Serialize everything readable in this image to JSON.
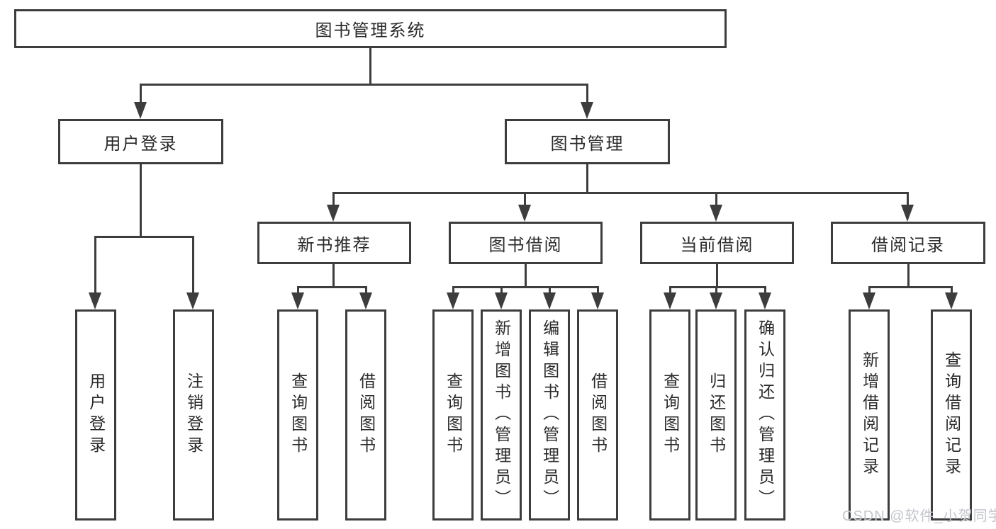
{
  "colors": {
    "line": "#3d3d3d",
    "text": "#2b2b2b",
    "watermark": "#c3c6cd",
    "bg": "#ffffff"
  },
  "diagram": {
    "root": {
      "label": "图书管理系统"
    },
    "level1": {
      "user_login": {
        "label": "用户登录",
        "children": {
          "login": {
            "label": "用户登录"
          },
          "logout": {
            "label": "注销登录"
          }
        }
      },
      "book_management": {
        "label": "图书管理",
        "children": {
          "new_book": {
            "label": "新书推荐",
            "children": {
              "query": {
                "label": "查询图书"
              },
              "borrow": {
                "label": "借阅图书"
              }
            }
          },
          "borrowing": {
            "label": "图书借阅",
            "children": {
              "query": {
                "label": "查询图书"
              },
              "add": {
                "label": "新增图书（管理员）"
              },
              "edit": {
                "label": "编辑图书（管理员）"
              },
              "borrow": {
                "label": "借阅图书"
              }
            }
          },
          "current": {
            "label": "当前借阅",
            "children": {
              "query": {
                "label": "查询图书"
              },
              "return": {
                "label": "归还图书"
              },
              "confirm": {
                "label": "确认归还（管理员）"
              }
            }
          },
          "records": {
            "label": "借阅记录",
            "children": {
              "add": {
                "label": "新增借阅记录"
              },
              "query": {
                "label": "查询借阅记录"
              }
            }
          }
        }
      }
    }
  },
  "watermark": {
    "text": "CSDN @软件_小贺同学"
  }
}
